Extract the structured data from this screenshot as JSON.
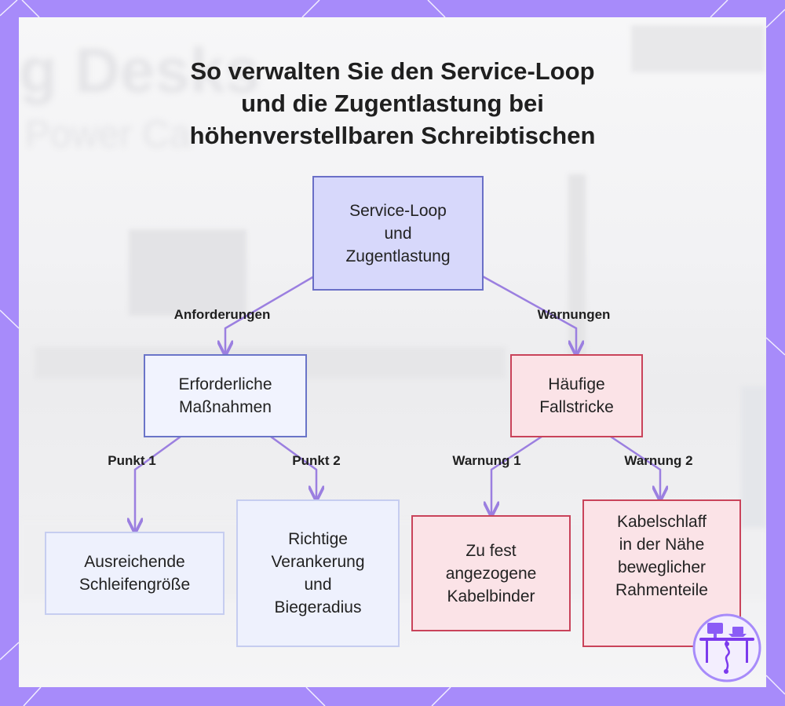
{
  "title": {
    "line1": "So verwalten Sie den Service-Loop",
    "line2": "und die Zugentlastung bei",
    "line3": "höhenverstellbaren Schreibtischen"
  },
  "nodes": {
    "root": [
      "Service-Loop",
      "und",
      "Zugentlastung"
    ],
    "requirements": [
      "Erforderliche",
      "Maßnahmen"
    ],
    "pitfalls": [
      "Häufige",
      "Fallstricke"
    ],
    "loop_size": [
      "Ausreichende",
      "Schleifengröße"
    ],
    "anchoring": [
      "Richtige",
      "Verankerung",
      "und",
      "Biegeradius"
    ],
    "cable_ties": [
      "Zu fest",
      "angezogene",
      "Kabelbinder"
    ],
    "slack": [
      "Kabelschlaff",
      "in der Nähe",
      "beweglicher",
      "Rahmenteile"
    ]
  },
  "edge_labels": {
    "requirements": "Anforderungen",
    "warnings": "Warnungen",
    "point1": "Punkt 1",
    "point2": "Punkt 2",
    "warning1": "Warnung 1",
    "warning2": "Warnung 2"
  },
  "background_text": {
    "line1": "g Desks",
    "line2": "Power Ca"
  },
  "colors": {
    "frame": "#a78bfa",
    "edge": "#9b7fe0",
    "root_fill": "#d7d8fb",
    "root_border": "#6a6fc7",
    "warning_fill": "#fbe3e7",
    "warning_border": "#c9435a"
  },
  "icons": {
    "logo": "desk-cable-logo-icon"
  }
}
